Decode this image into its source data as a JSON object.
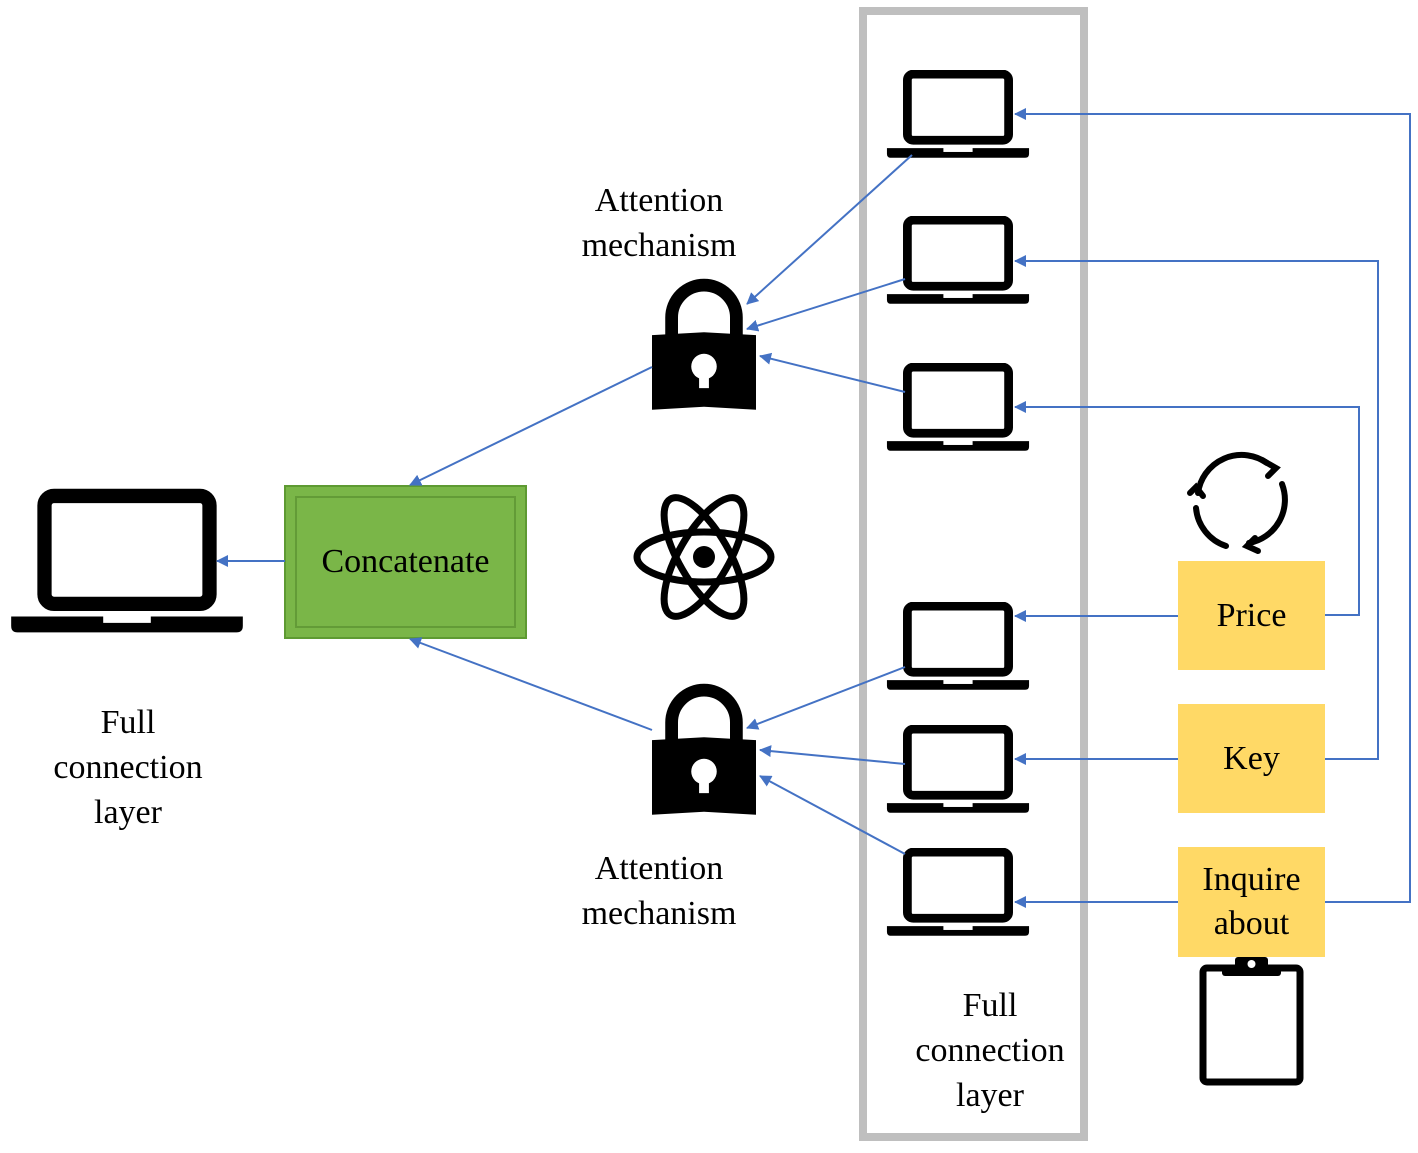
{
  "diagram": {
    "left_layer_label": [
      "Full",
      "connection",
      "layer"
    ],
    "right_layer_label": [
      "Full",
      "connection",
      "layer"
    ],
    "concat_label": "Concatenate",
    "attention_top_label": [
      "Attention",
      "mechanism"
    ],
    "attention_bottom_label": [
      "Attention",
      "mechanism"
    ],
    "inputs": {
      "price": "Price",
      "key": "Key",
      "inquire": [
        "Inquire",
        "about"
      ]
    },
    "colors": {
      "arrow": "#4472c4",
      "concat_fill": "#7ab648",
      "input_fill": "#ffd966",
      "layer_border": "#bfbfbf"
    },
    "icons": [
      "laptop-icon",
      "lock-icon",
      "atom-icon",
      "refresh-icon",
      "clipboard-icon"
    ]
  }
}
